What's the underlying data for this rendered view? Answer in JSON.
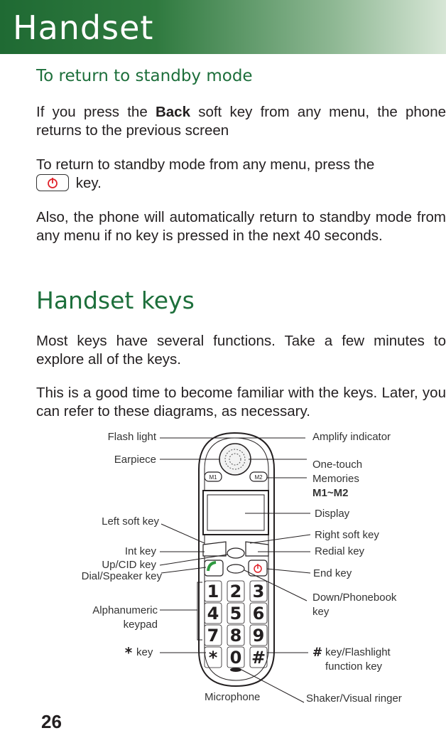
{
  "header": {
    "title": "Handset"
  },
  "section1": {
    "heading": "To return to standby mode",
    "p1_pre": "If you press the ",
    "p1_bold": "Back",
    "p1_post": " soft key from any menu, the phone returns to the previous screen",
    "p2_pre": "To return to standby mode from any menu, press the",
    "p2_post": " key.",
    "p3": "Also, the phone will automatically return to standby mode from any menu if no key is pressed in the next 40 seconds."
  },
  "section2": {
    "heading": "Handset keys",
    "p1": "Most keys have several functions. Take a few minutes to explore all of the keys.",
    "p2": "This is a good time to become familiar with the keys. Later, you can refer to these diagrams, as necessary."
  },
  "diagram": {
    "labels": {
      "flash_light": "Flash light",
      "earpiece": "Earpiece",
      "left_soft_key": "Left soft key",
      "int_key": "Int key",
      "up_cid_key": "Up/CID key",
      "dial_speaker_key": "Dial/Speaker key",
      "alphanumeric_line1": "Alphanumeric",
      "alphanumeric_line2": "keypad",
      "star_key": "key",
      "microphone": "Microphone",
      "amplify_indicator": "Amplify indicator",
      "one_touch_line1": "One-touch",
      "one_touch_line2": "Memories",
      "one_touch_line3": "M1~M2",
      "display": "Display",
      "right_soft_key": "Right soft key",
      "redial_key": "Redial key",
      "end_key": "End key",
      "down_phonebook_line1": "Down/Phonebook",
      "down_phonebook_line2": "key",
      "hash_key_line1": "key/Flashlight",
      "hash_key_line2": "function key",
      "shaker": "Shaker/Visual ringer"
    },
    "phone": {
      "m1": "M1",
      "m2": "M2",
      "keys": [
        "1",
        "2",
        "3",
        "4",
        "5",
        "6",
        "7",
        "8",
        "9",
        "*",
        "0",
        "#"
      ]
    }
  },
  "page_number": "26"
}
